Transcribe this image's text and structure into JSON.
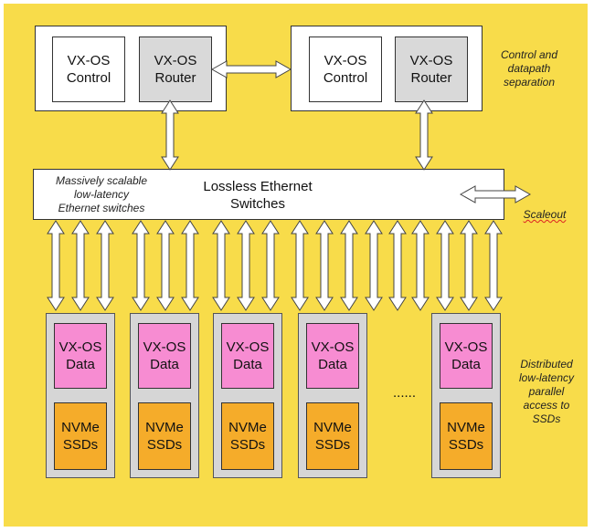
{
  "controllers": [
    {
      "control_label": "VX-OS\nControl",
      "router_label": "VX-OS\nRouter"
    },
    {
      "control_label": "VX-OS\nControl",
      "router_label": "VX-OS\nRouter"
    }
  ],
  "switch": {
    "title": "Lossless Ethernet\nSwitches",
    "side_note": "Massively scalable\nlow-latency\nEthernet switches"
  },
  "notes": {
    "control_separation": "Control and\ndatapath\nseparation",
    "scaleout": "Scaleout",
    "distributed": "Distributed\nlow-latency\nparallel\naccess to\nSSDs"
  },
  "nodes": [
    {
      "data_label": "VX-OS\nData",
      "ssd_label": "NVMe\nSSDs"
    },
    {
      "data_label": "VX-OS\nData",
      "ssd_label": "NVMe\nSSDs"
    },
    {
      "data_label": "VX-OS\nData",
      "ssd_label": "NVMe\nSSDs"
    },
    {
      "data_label": "VX-OS\nData",
      "ssd_label": "NVMe\nSSDs"
    },
    {
      "data_label": "VX-OS\nData",
      "ssd_label": "NVMe\nSSDs"
    }
  ],
  "ellipsis": "......",
  "colors": {
    "background": "#f8dc4a",
    "data_box": "#f78cd2",
    "ssd_box": "#f5ac2a",
    "router_box": "#d9d9d9"
  }
}
